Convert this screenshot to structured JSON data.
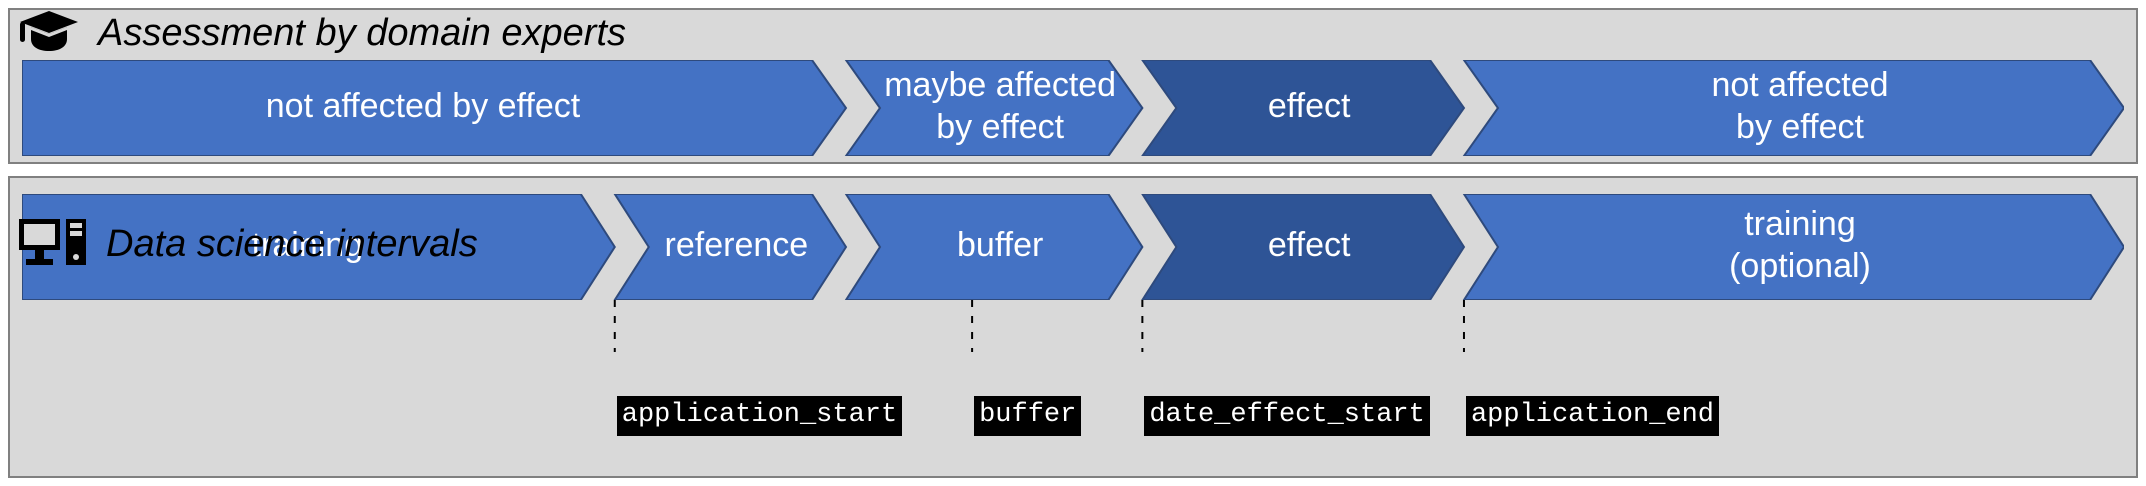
{
  "panels": {
    "top": {
      "caption": "Assessment by domain experts",
      "icon": "graduation-cap-icon",
      "segments": [
        {
          "label": "not affected by effect",
          "lines": [
            "not affected by effect"
          ],
          "tone": "light",
          "start": 0,
          "end": 0.392
        },
        {
          "label": "maybe affected by effect",
          "lines": [
            "maybe affected",
            "by effect"
          ],
          "tone": "light",
          "start": 0.392,
          "end": 0.533
        },
        {
          "label": "effect",
          "lines": [
            "effect"
          ],
          "tone": "dark",
          "start": 0.533,
          "end": 0.686
        },
        {
          "label": "not affected by effect",
          "lines": [
            "not affected",
            "by effect"
          ],
          "tone": "light",
          "start": 0.686,
          "end": 1.0
        }
      ]
    },
    "bottom": {
      "caption": "Data science intervals",
      "icon": "desktop-computer-icon",
      "segments": [
        {
          "label": "training",
          "lines": [
            "training"
          ],
          "tone": "light",
          "start": 0,
          "end": 0.282
        },
        {
          "label": "reference",
          "lines": [
            "reference"
          ],
          "tone": "light",
          "start": 0.282,
          "end": 0.392
        },
        {
          "label": "buffer",
          "lines": [
            "buffer"
          ],
          "tone": "light",
          "start": 0.392,
          "end": 0.533
        },
        {
          "label": "effect",
          "lines": [
            "effect"
          ],
          "tone": "dark",
          "start": 0.533,
          "end": 0.686
        },
        {
          "label": "training (optional)",
          "lines": [
            "training",
            "(optional)"
          ],
          "tone": "light",
          "start": 0.686,
          "end": 1.0
        }
      ],
      "markers": [
        {
          "code": "application_start",
          "at": 0.282
        },
        {
          "code": "buffer",
          "at": 0.452
        },
        {
          "code": "date_effect_start",
          "at": 0.533
        },
        {
          "code": "application_end",
          "at": 0.686
        }
      ]
    }
  },
  "colors": {
    "light_blue": "#4472C4",
    "dark_blue": "#2E5496",
    "panel_bg": "#D9D9D9",
    "panel_border": "#808080",
    "segment_outline": "#2E4A7D",
    "chip_bg": "#000000",
    "chip_fg": "#FFFFFF",
    "caption_fg": "#000000"
  }
}
